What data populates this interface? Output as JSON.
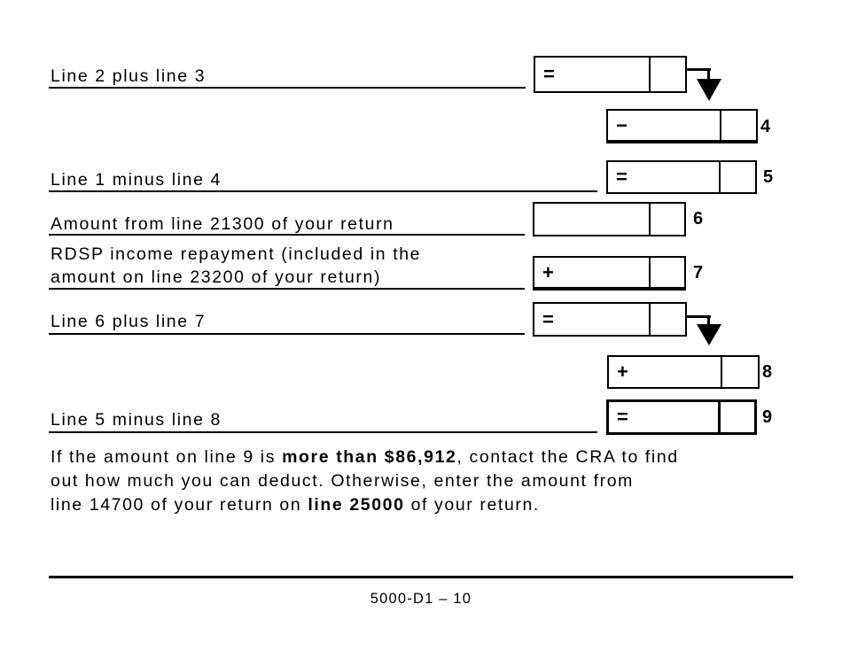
{
  "page": {
    "background": "#ffffff",
    "ink": "#000000"
  },
  "rows": [
    {
      "label": "Line 2 plus line 3",
      "operator": "=",
      "value": "",
      "cents": ""
    },
    {
      "operator": "−",
      "number": "4",
      "value": "",
      "cents": ""
    },
    {
      "label": "Line 1 minus line 4",
      "operator": "=",
      "number": "5",
      "value": "",
      "cents": ""
    },
    {
      "label": "Amount from line 21300 of your return",
      "number": "6",
      "value": "",
      "cents": ""
    },
    {
      "label_lines": [
        "RDSP income repayment (included in the",
        "amount on line 23200 of your return)"
      ],
      "operator": "+",
      "number": "7",
      "value": "",
      "cents": ""
    },
    {
      "label": "Line 6 plus line 7",
      "operator": "=",
      "value": "",
      "cents": ""
    },
    {
      "operator": "+",
      "number": "8",
      "value": "",
      "cents": ""
    },
    {
      "label": "Line 5 minus line 8",
      "operator": "=",
      "number": "9",
      "value": "",
      "cents": ""
    }
  ],
  "paragraph": {
    "lines": [
      {
        "segments": [
          {
            "text": "If the amount on line 9 is "
          },
          {
            "text": "more than $86,912",
            "bold": true
          },
          {
            "text": ", contact the CRA to find"
          }
        ]
      },
      {
        "segments": [
          {
            "text": "out how much you can deduct. Otherwise, enter the amount from"
          }
        ]
      },
      {
        "segments": [
          {
            "text": "line 14700 of your return on "
          },
          {
            "text": "line 25000",
            "bold": true
          },
          {
            "text": " of your return."
          }
        ]
      }
    ]
  },
  "footer": {
    "page_id": "5000-D1 – 10"
  }
}
